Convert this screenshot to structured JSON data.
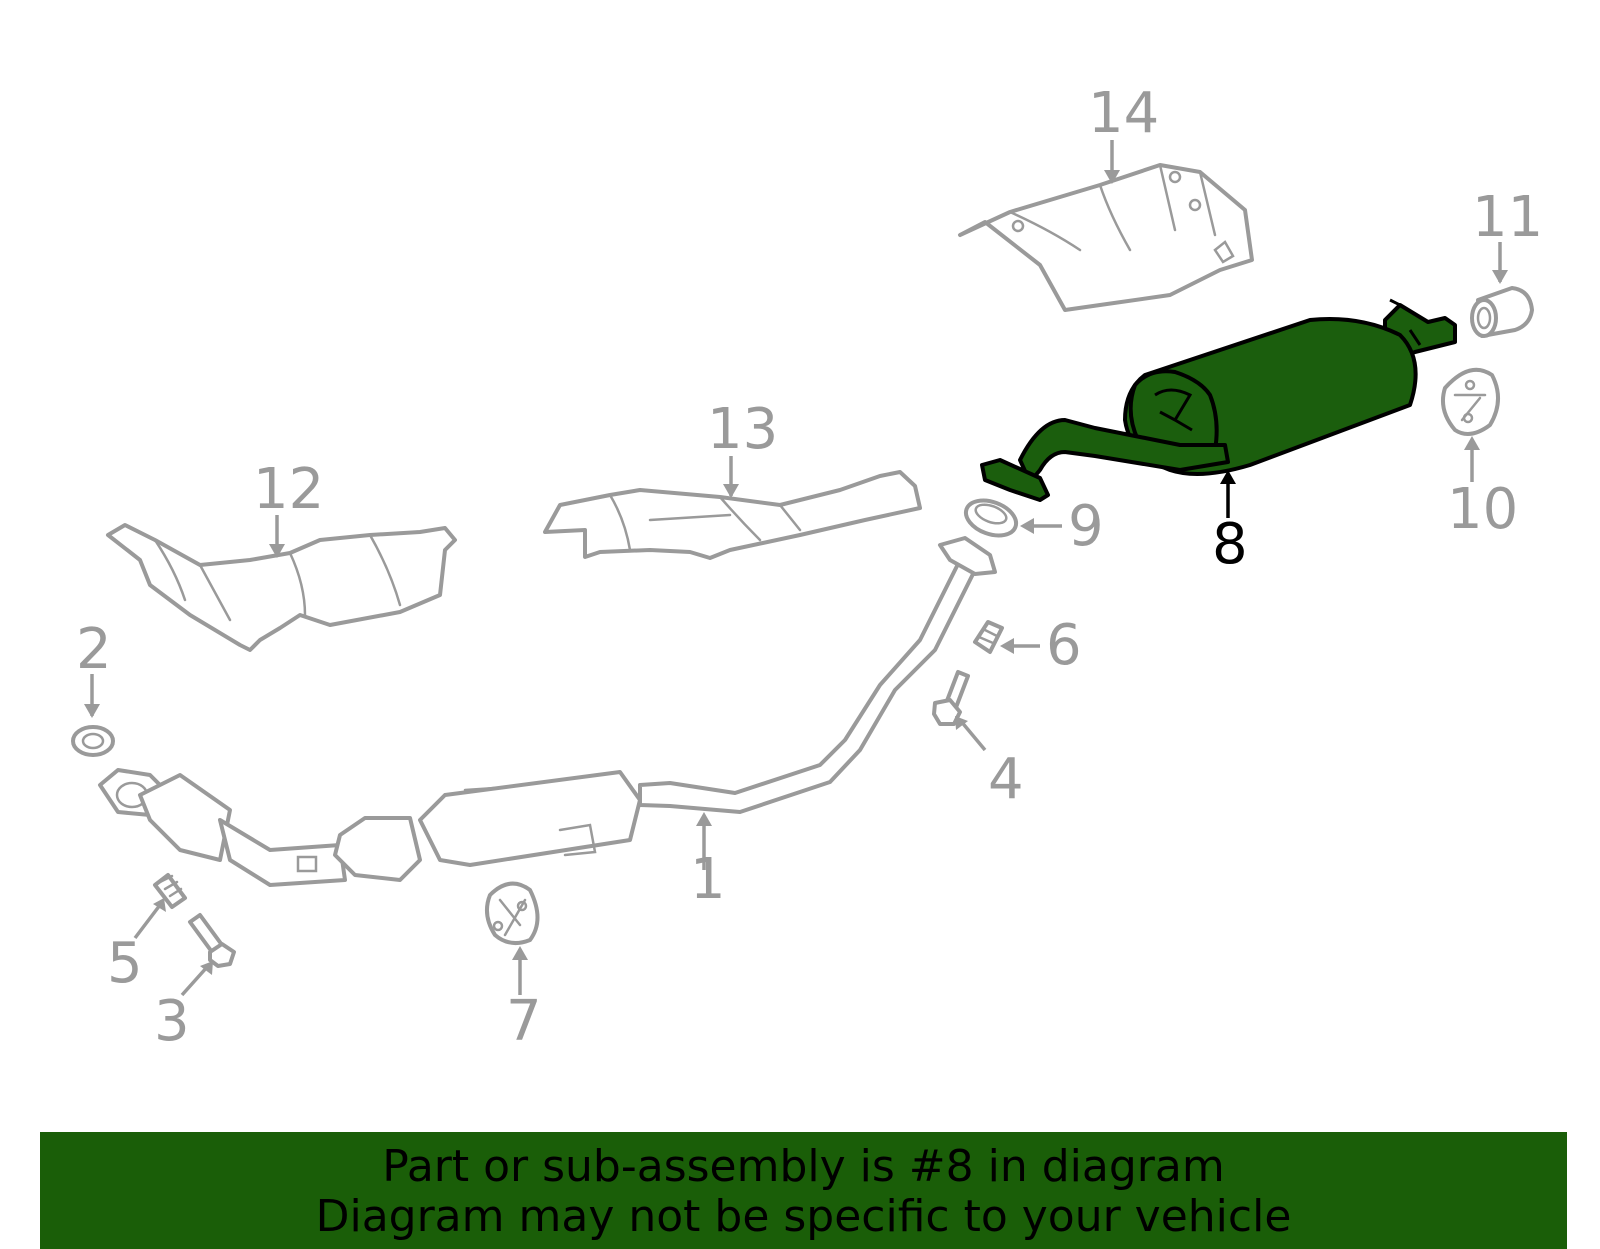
{
  "colors": {
    "highlight_part": "#1b5e0d",
    "banner": "#1a5e08",
    "callout_gray": "#9a9a9a",
    "highlight_label": "#000000"
  },
  "callouts": [
    {
      "number": "1",
      "highlighted": false
    },
    {
      "number": "2",
      "highlighted": false
    },
    {
      "number": "3",
      "highlighted": false
    },
    {
      "number": "4",
      "highlighted": false
    },
    {
      "number": "5",
      "highlighted": false
    },
    {
      "number": "6",
      "highlighted": false
    },
    {
      "number": "7",
      "highlighted": false
    },
    {
      "number": "8",
      "highlighted": true
    },
    {
      "number": "9",
      "highlighted": false
    },
    {
      "number": "10",
      "highlighted": false
    },
    {
      "number": "11",
      "highlighted": false
    },
    {
      "number": "12",
      "highlighted": false
    },
    {
      "number": "13",
      "highlighted": false
    },
    {
      "number": "14",
      "highlighted": false
    }
  ],
  "banner": {
    "line1": "Part or sub-assembly is #8 in diagram",
    "line2": "Diagram may not be specific to your vehicle"
  }
}
